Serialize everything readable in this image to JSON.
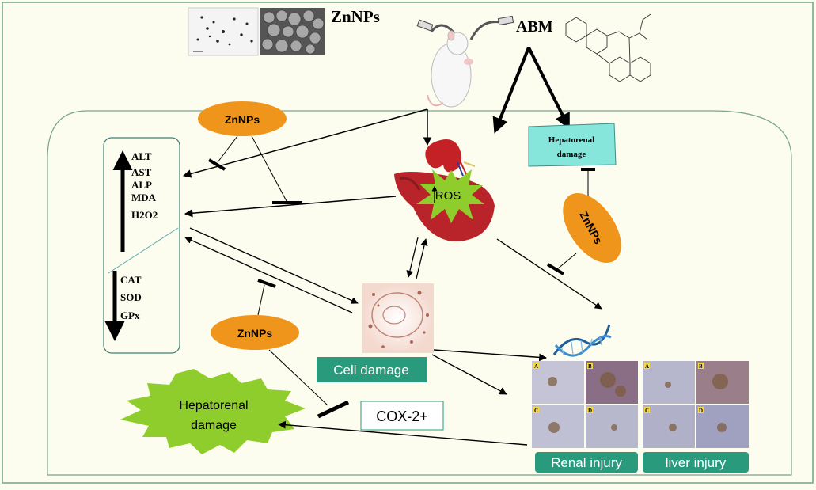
{
  "header": {
    "nanoparticle_label": "ZnNPs",
    "drug_label": "ABM"
  },
  "markers": {
    "up": [
      "ALT",
      "AST",
      "ALP",
      "MDA",
      "H2O2"
    ],
    "down": [
      "CAT",
      "SOD",
      "GPx"
    ]
  },
  "nodes": {
    "ros": "ROS",
    "hepatorenal_box_line1": "Hepatorenal",
    "hepatorenal_box_line2": "damage",
    "hepatorenal_star_line1": "Hepatorenal",
    "hepatorenal_star_line2": "damage",
    "cell_damage": "Cell damage",
    "cox2": "COX-2+",
    "renal_injury": "Renal injury",
    "liver_injury": "liver injury"
  },
  "zn_ovals": [
    "ZnNPs",
    "ZnNPs",
    "ZnNPs"
  ],
  "histology_panel_letters": [
    "A",
    "B",
    "C",
    "D"
  ],
  "colors": {
    "oval": "#f0951c",
    "ros_star": "#8fcd2c",
    "liver": "#b8242a",
    "teal_box": "#2a9a7c",
    "cyan_box": "#86e6dc",
    "frame": "#3e7f74"
  }
}
